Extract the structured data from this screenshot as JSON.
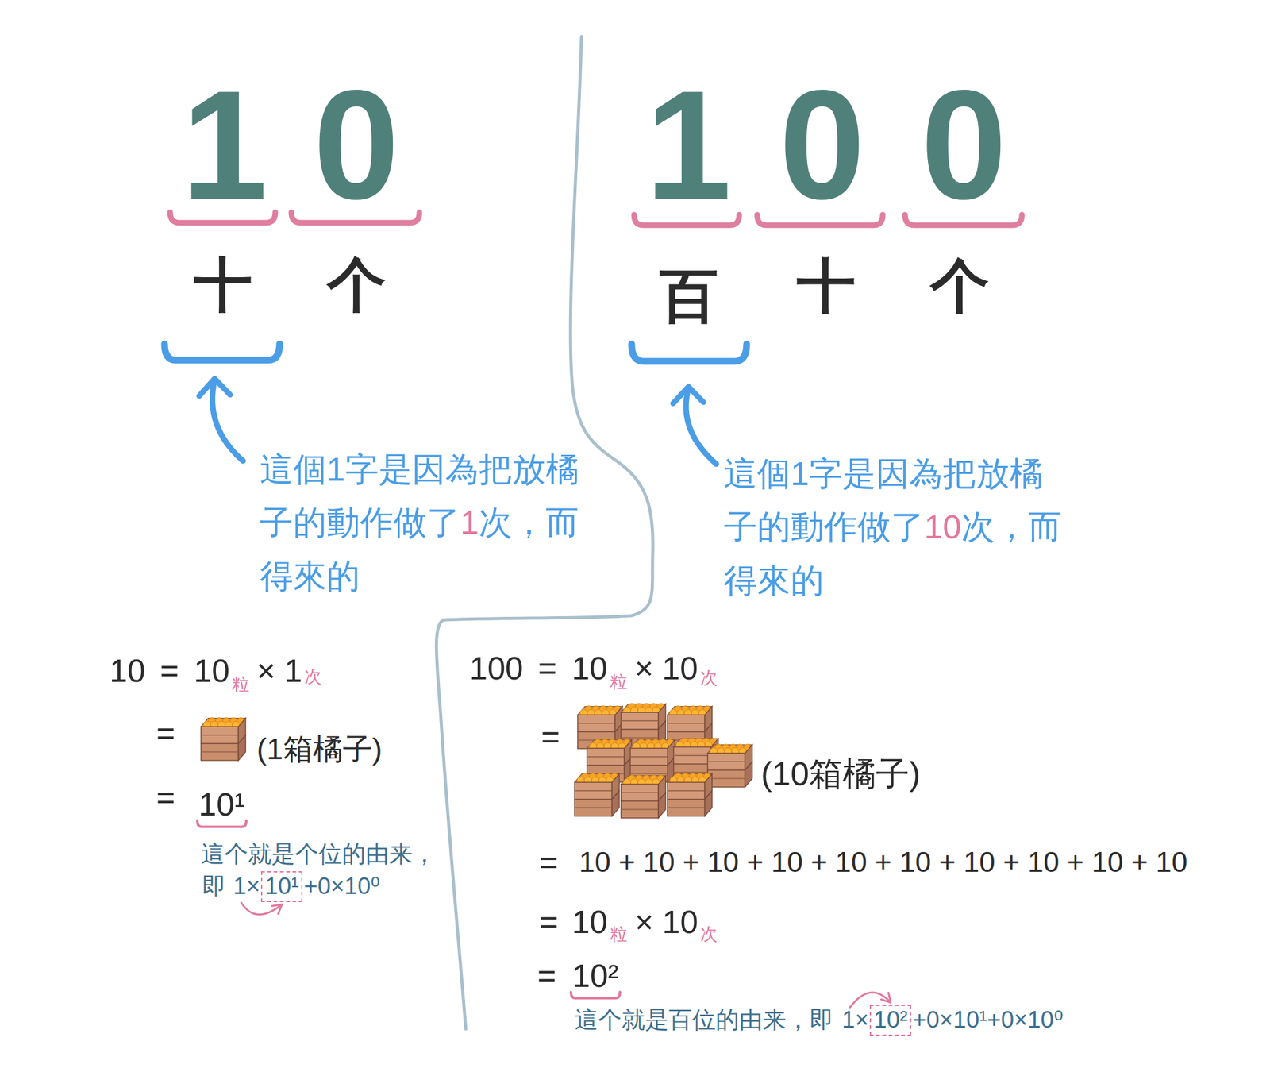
{
  "diagram": {
    "labels": [
      "1",
      "0",
      "十",
      "个",
      "這個1字是因為把放橘子的動作做了",
      "1",
      "次，而得來的",
      "1",
      "0",
      "0",
      "百",
      "十",
      "个",
      "這個1字是因為把放橘子的動作做了",
      "10",
      "次，而得來的",
      "10",
      "=",
      "10",
      "粒",
      "×",
      "1",
      "次",
      "=",
      "(1箱橘子)",
      "=",
      "10¹",
      "這个就是个位的由来，",
      "即",
      "1×",
      "10¹",
      "+0×10⁰",
      "100",
      "=",
      "10",
      "粒",
      "×",
      "10",
      "次",
      "=",
      "(10箱橘子)",
      "=",
      "10 + 10 + 10 + 10 + 10 + 10 + 10 + 10 + 10 + 10",
      "=",
      "10",
      "粒",
      "×",
      "10",
      "次",
      "=",
      "10²",
      "這个就是百位的由来，即",
      "1×",
      "10²",
      "+0×10¹+0×10⁰"
    ]
  }
}
